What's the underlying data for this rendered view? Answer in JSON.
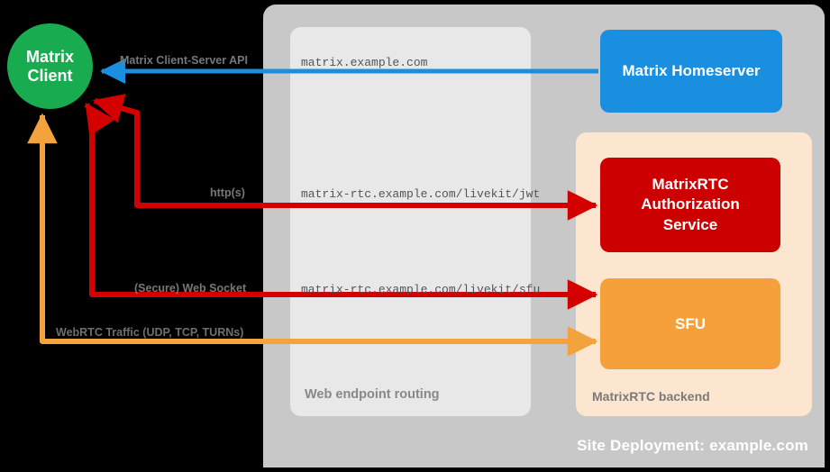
{
  "diagram": {
    "title": "Site Deployment: example.com",
    "colors": {
      "client": "#19ab4f",
      "homeserver": "#1a8fe0",
      "auth_service": "#cc0000",
      "sfu": "#f6a03c",
      "site_container": "#c8c8c8",
      "routing_container": "#e8e8e8",
      "backend_container": "#fde6cf",
      "background": "#000000",
      "blue_arrow": "#1a8fe0",
      "red_arrow": "#d40000",
      "orange_arrow": "#f2a33c"
    }
  },
  "containers": {
    "site_deployment": {
      "label": "Site Deployment: example.com"
    },
    "web_endpoint_routing": {
      "label": "Web endpoint routing"
    },
    "matrixrtc_backend": {
      "label": "MatrixRTC backend"
    }
  },
  "nodes": {
    "client": {
      "line1": "Matrix",
      "line2": "Client"
    },
    "homeserver": {
      "label": "Matrix Homeserver"
    },
    "auth_service": {
      "line1": "MatrixRTC",
      "line2": "Authorization",
      "line3": "Service"
    },
    "sfu": {
      "label": "SFU"
    }
  },
  "edges": {
    "client_server_api": {
      "protocol_label": "Matrix Client-Server API",
      "endpoint": "matrix.example.com"
    },
    "jwt": {
      "protocol_label": "http(s)",
      "endpoint": "matrix-rtc.example.com/livekit/jwt"
    },
    "websocket": {
      "protocol_label": "(Secure) Web Socket",
      "endpoint": "matrix-rtc.example.com/livekit/sfu"
    },
    "webrtc": {
      "protocol_label": "WebRTC Traffic (UDP, TCP, TURNs)",
      "endpoint": ""
    }
  }
}
